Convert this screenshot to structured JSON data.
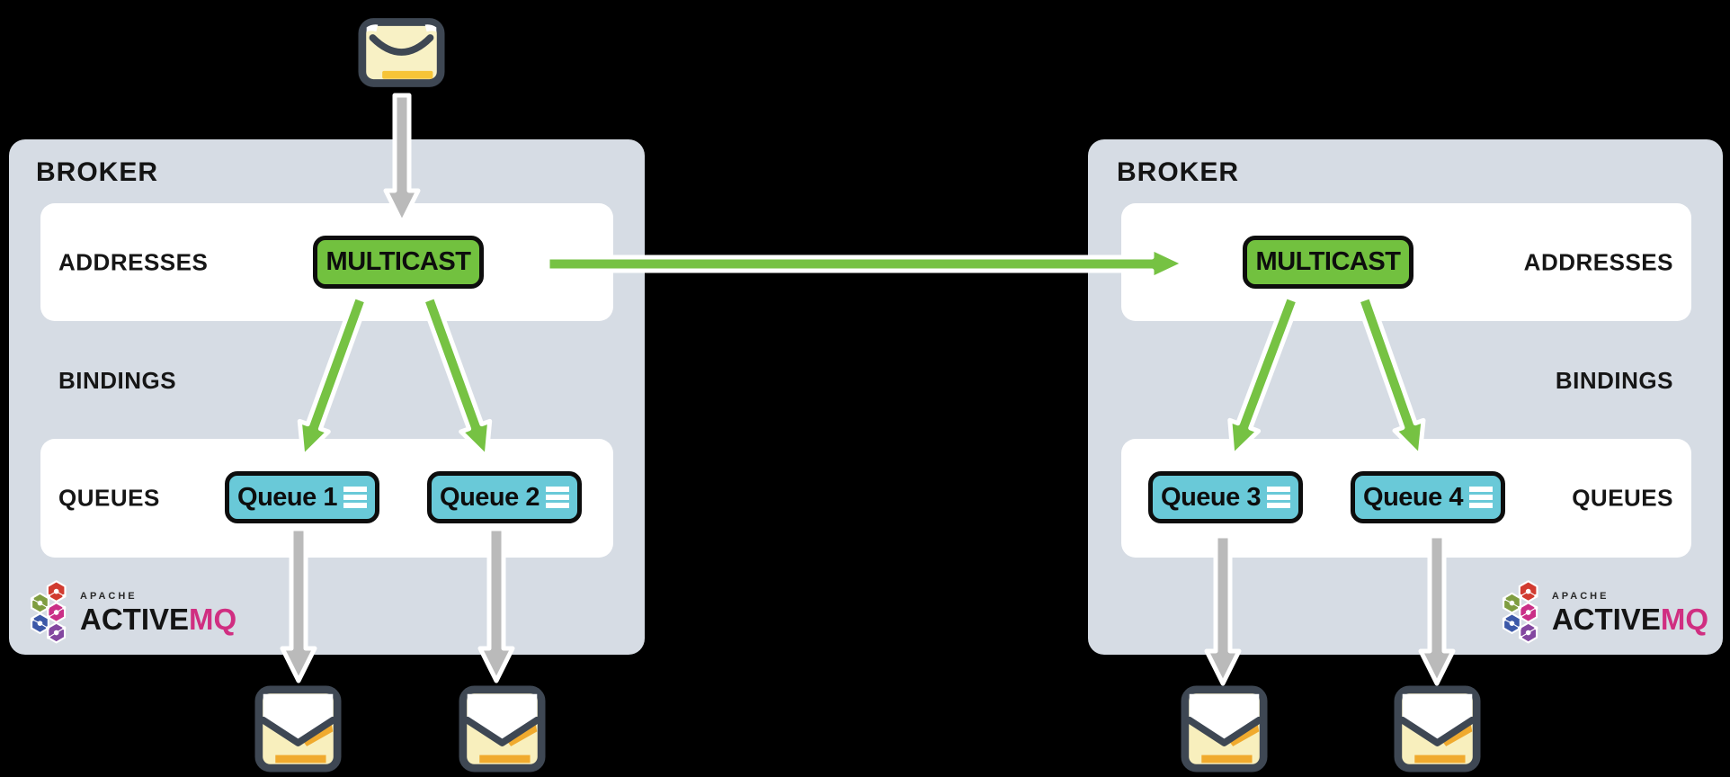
{
  "diagram": {
    "description": "ActiveMQ multicast address federation between two brokers",
    "colors": {
      "background": "#000000",
      "broker_box": "#d6dce4",
      "panel_white": "#ffffff",
      "multicast_green": "#72c13f",
      "arrow_green": "#76c243",
      "queue_teal": "#69c9d8",
      "arrow_gray": "#bababa",
      "icon_outline": "#3e4753",
      "envelope_yellow": "#f8f0c2",
      "envelope_gold": "#f2b42f",
      "logo_magenta": "#d02e81",
      "text": "#141414"
    }
  },
  "brokers": [
    {
      "title": "BROKER",
      "addresses": {
        "label": "ADDRESSES",
        "multicast_label": "MULTICAST"
      },
      "bindings_label": "BINDINGS",
      "queues": {
        "label": "QUEUES",
        "items": [
          "Queue 1",
          "Queue 2"
        ]
      },
      "logo": {
        "apache": "APACHE",
        "active": "ACTIVE",
        "mq": "MQ"
      }
    },
    {
      "title": "BROKER",
      "addresses": {
        "label": "ADDRESSES",
        "multicast_label": "MULTICAST"
      },
      "bindings_label": "BINDINGS",
      "queues": {
        "label": "QUEUES",
        "items": [
          "Queue 3",
          "Queue 4"
        ]
      },
      "logo": {
        "apache": "APACHE",
        "active": "ACTIVE",
        "mq": "MQ"
      }
    }
  ]
}
